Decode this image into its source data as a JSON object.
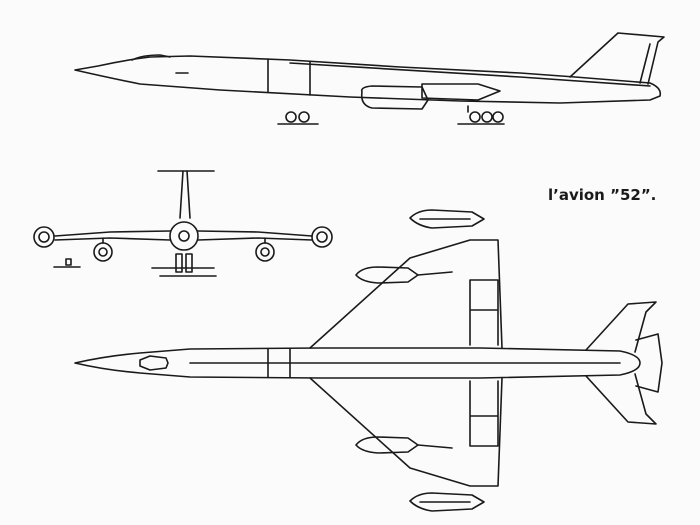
{
  "caption": "l’avion ”52”.",
  "colors": {
    "line": "#1a1a1a",
    "paper": "#fbfbfb"
  },
  "views": [
    "side-view",
    "front-view",
    "top-view"
  ]
}
